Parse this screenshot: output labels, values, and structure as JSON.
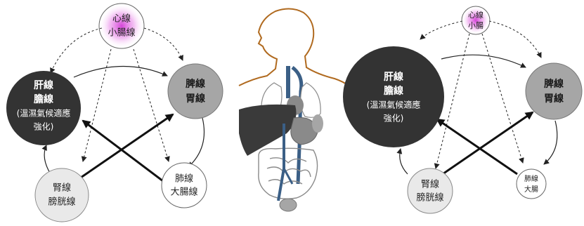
{
  "colors": {
    "dark_node": "#333333",
    "grey_node": "#a6a6a6",
    "light_node": "#e9e9e9",
    "white_node": "#ffffff",
    "heart_glow": "#d23ad6",
    "body_outline": "#b06a1f",
    "liver": "#3a3a3a",
    "organ_grey": "#8a8a8a",
    "vessel_blue": "#3b5f86"
  },
  "left_diagram": {
    "heart_node": {
      "line1": "心線",
      "line2": "小腸線"
    },
    "liver_node": {
      "line1": "肝線",
      "line2": "膽線",
      "line3": "(溫濕氣候適應",
      "line4": "強化)"
    },
    "spleen_node": {
      "line1": "脾線",
      "line2": "胃線"
    },
    "kidney_node": {
      "line1": "腎線",
      "line2": "膀胱線"
    },
    "lung_node": {
      "line1": "肺線",
      "line2": "大腸線"
    }
  },
  "right_diagram": {
    "heart_node": {
      "line1": "心線",
      "line2": "小腸"
    },
    "liver_node": {
      "line1": "肝線",
      "line2": "膽線",
      "line3": "(溫濕氣候適應",
      "line4": "強化)"
    },
    "spleen_node": {
      "line1": "脾線",
      "line2": "胃線"
    },
    "kidney_node": {
      "line1": "腎線",
      "line2": "膀胱線"
    },
    "lung_node": {
      "line1": "肺線",
      "line2": "大腸"
    }
  }
}
